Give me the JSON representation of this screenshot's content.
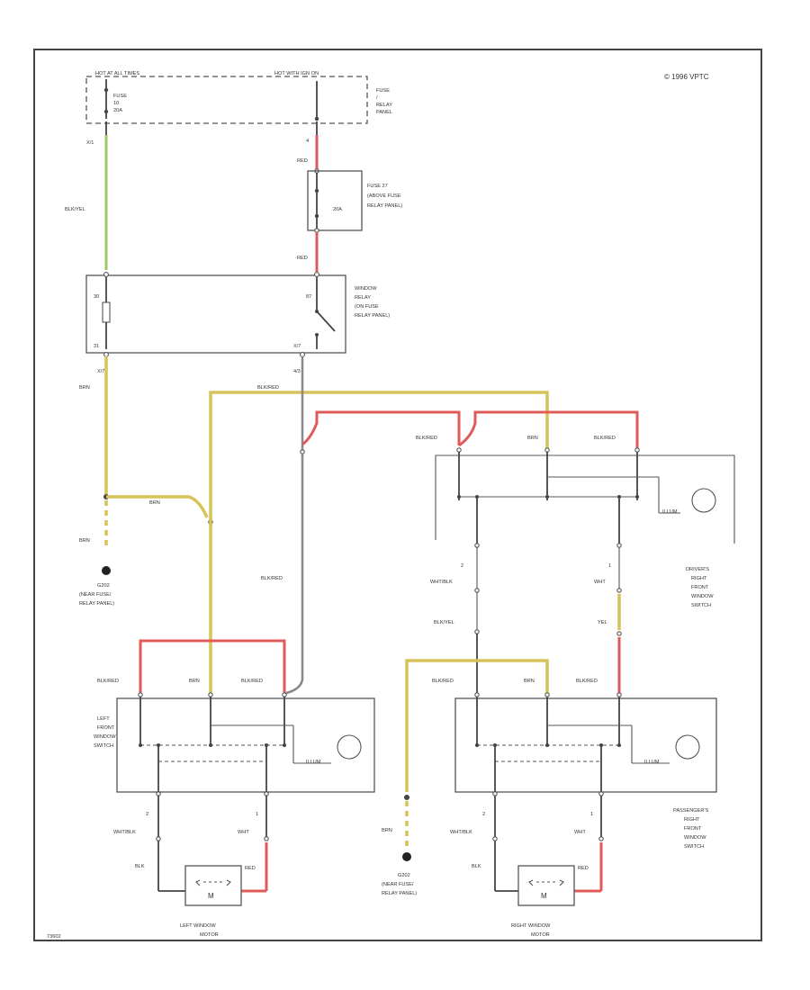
{
  "header": {
    "copyright": "© 1996 VPTC",
    "top_left_label": "HOT AT ALL TIMES",
    "top_mid_label": "HOT WITH IGN ON",
    "fuse_panel": [
      "FUSE",
      "/",
      "RELAY",
      "PANEL"
    ]
  },
  "fuse1": {
    "label": [
      "FUSE",
      "10",
      "20A"
    ],
    "pin": "X/1"
  },
  "fuse2": {
    "label": [
      "FUSE 27",
      "(ABOVE FUSE",
      "RELAY PANEL)"
    ],
    "amp": "20A",
    "pin": "4"
  },
  "relay": {
    "label": [
      "WINDOW",
      "RELAY",
      "(ON FUSE",
      "RELAY PANEL)"
    ],
    "pins": [
      "X/1",
      "30",
      "31",
      "87",
      "X/7",
      "4/3"
    ]
  },
  "wires": {
    "blk_yel": "BLK/YEL",
    "red": "RED",
    "brn": "BRN",
    "blk_red": "BLK/RED",
    "wht_blk": "WHT/BLK",
    "wht": "WHT",
    "yel": "YEL",
    "blk": "BLK"
  },
  "ground": [
    "G202",
    "(NEAR FUSE/",
    "RELAY PANEL)"
  ],
  "drivers_switch": [
    "DRIVER'S",
    "RIGHT",
    "FRONT",
    "WINDOW",
    "SWITCH"
  ],
  "left_switch": [
    "LEFT",
    "FRONT",
    "WINDOW",
    "SWITCH"
  ],
  "passenger_switch": [
    "PASSENGER'S",
    "RIGHT",
    "FRONT",
    "WINDOW",
    "SWITCH"
  ],
  "illum": "ILLUM",
  "left_motor": [
    "LEFT WINDOW",
    "MOTOR"
  ],
  "right_motor": [
    "RIGHT WINDOW",
    "MOTOR"
  ],
  "motor_symbol": "M",
  "footer_id": "73602"
}
